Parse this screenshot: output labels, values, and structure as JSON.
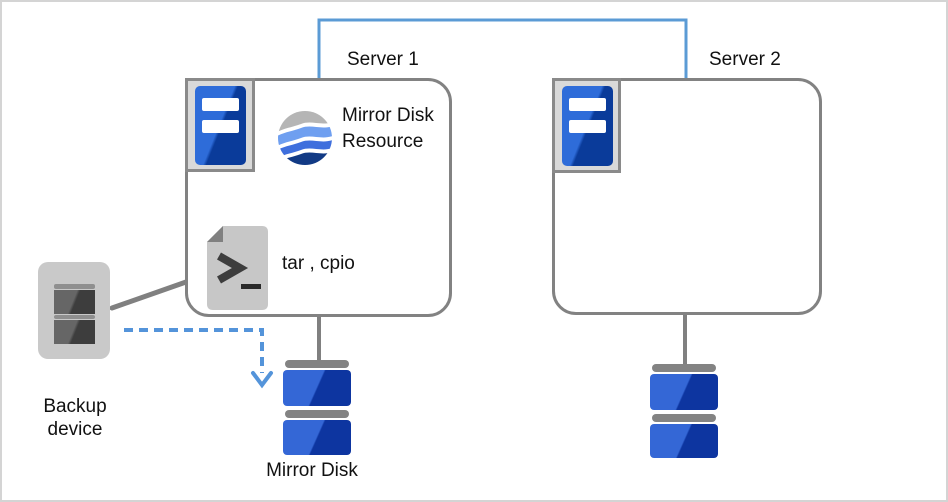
{
  "labels": {
    "server1": "Server 1",
    "server2": "Server 2",
    "mirror_disk_resource": "Mirror Disk Resource",
    "tar_cpio": "tar , cpio",
    "backup_device": "Backup device",
    "mirror_disk": "Mirror Disk"
  },
  "icons": {
    "server_tower": "server-tower-icon",
    "mirror_disk_resource_sphere": "wave-sphere-icon",
    "shell_script": "shell-script-icon",
    "backup_tape_device": "backup-device-icon",
    "disk_stack": "disk-stack-icon"
  },
  "colors": {
    "connection_blue": "#5b9bd5",
    "dashed_arrow_blue": "#5494da",
    "border_gray": "#828282",
    "connector_gray": "#808080",
    "disk_blue_light": "#3467d6",
    "disk_blue_dark": "#0d35a0",
    "server_icon_blue_light": "#2e6cd9",
    "server_icon_blue_dark": "#0a3b9a",
    "device_gray": "#c9c9c9",
    "sphere_gray": "#b5b5b5",
    "sphere_blue_light": "#6f9ff0",
    "sphere_blue_mid": "#3f6fdd",
    "sphere_blue_dark": "#123a85"
  }
}
